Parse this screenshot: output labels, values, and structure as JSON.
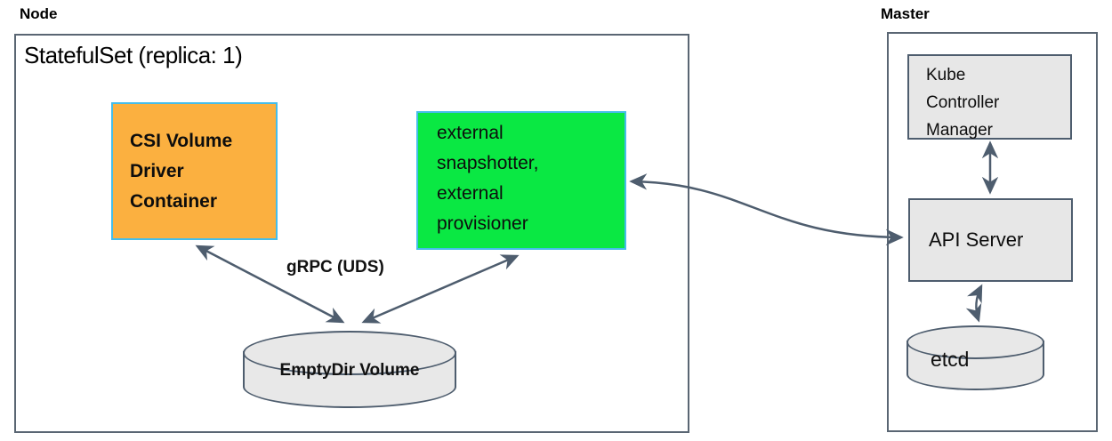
{
  "node": {
    "label": "Node",
    "statefulset_title": "StatefulSet (replica: 1)",
    "csi_box": {
      "lines": [
        "CSI Volume",
        "Driver",
        "Container"
      ]
    },
    "sidecar_box": {
      "lines": [
        "external",
        "snapshotter,",
        "external",
        "provisioner"
      ]
    },
    "grpc_label": "gRPC (UDS)",
    "emptydir_label": "EmptyDir Volume"
  },
  "master": {
    "label": "Master",
    "kcm_box": {
      "lines": [
        "Kube",
        "Controller",
        "Manager"
      ]
    },
    "api_server_label": "API Server",
    "etcd_label": "etcd"
  },
  "colors": {
    "csi_box_fill": "#fbb040",
    "sidecar_box_fill": "#0ae843",
    "pod_box_border": "#45bdea",
    "outer_box_border": "#5a6673",
    "component_fill": "#e7e7e7",
    "line_and_arrow": "#4e5d6e",
    "text": "#111111"
  }
}
